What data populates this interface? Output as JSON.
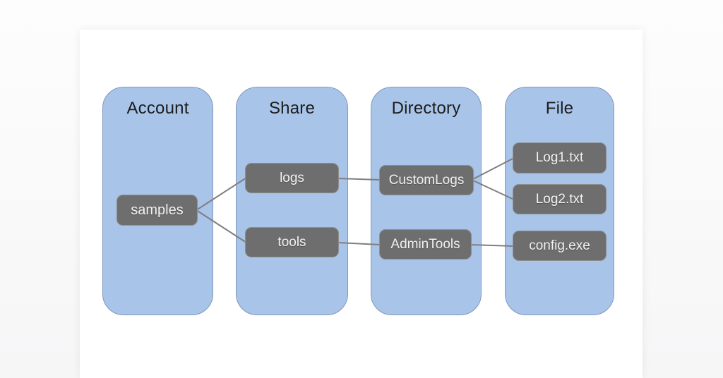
{
  "diagram": {
    "columns": [
      {
        "id": "account",
        "label": "Account"
      },
      {
        "id": "share",
        "label": "Share"
      },
      {
        "id": "directory",
        "label": "Directory"
      },
      {
        "id": "file",
        "label": "File"
      }
    ],
    "nodes": {
      "samples": "samples",
      "logs": "logs",
      "tools": "tools",
      "customlogs": "CustomLogs",
      "admintools": "AdminTools",
      "log1": "Log1.txt",
      "log2": "Log2.txt",
      "config": "config.exe"
    },
    "node_column": {
      "samples": "account",
      "logs": "share",
      "tools": "share",
      "customlogs": "directory",
      "admintools": "directory",
      "log1": "file",
      "log2": "file",
      "config": "file"
    },
    "edges": [
      {
        "from": "samples",
        "to": "logs"
      },
      {
        "from": "samples",
        "to": "tools"
      },
      {
        "from": "logs",
        "to": "customlogs"
      },
      {
        "from": "tools",
        "to": "admintools"
      },
      {
        "from": "customlogs",
        "to": "log1"
      },
      {
        "from": "customlogs",
        "to": "log2"
      },
      {
        "from": "admintools",
        "to": "config"
      }
    ],
    "colors": {
      "column_fill": "#a9c4e9",
      "column_border": "#8199bd",
      "node_fill": "#6e6e6e",
      "node_border": "#8f8f8f",
      "node_text": "#f2f2f2",
      "heading_text": "#1c1c1c",
      "connector": "#7f7f7f",
      "card_bg": "#ffffff",
      "page_bg": "#f7f7f8"
    }
  }
}
